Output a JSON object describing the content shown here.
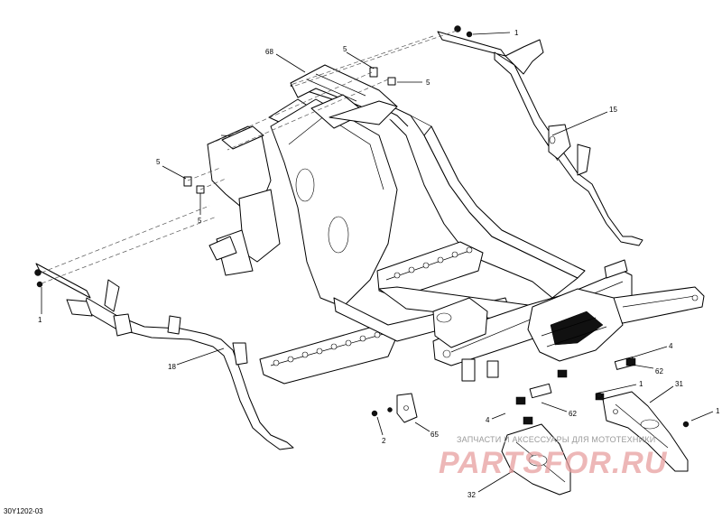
{
  "diagram": {
    "document_code": "30Y1202-03",
    "watermark": {
      "caption": "ЗАПЧАСТИ И АКСЕССУАРЫ ДЛЯ МОТОТЕХНИКИ",
      "logo_text": "PARTSFOR.RU"
    },
    "callouts": [
      {
        "id": "c1a",
        "label": "1"
      },
      {
        "id": "c1b",
        "label": "1"
      },
      {
        "id": "c1c",
        "label": "1"
      },
      {
        "id": "c1d",
        "label": "1"
      },
      {
        "id": "c2",
        "label": "2"
      },
      {
        "id": "c4a",
        "label": "4"
      },
      {
        "id": "c4b",
        "label": "4"
      },
      {
        "id": "c5a",
        "label": "5"
      },
      {
        "id": "c5b",
        "label": "5"
      },
      {
        "id": "c5c",
        "label": "5"
      },
      {
        "id": "c5d",
        "label": "5"
      },
      {
        "id": "c15",
        "label": "15"
      },
      {
        "id": "c18",
        "label": "18"
      },
      {
        "id": "c31",
        "label": "31"
      },
      {
        "id": "c32",
        "label": "32"
      },
      {
        "id": "c62a",
        "label": "62"
      },
      {
        "id": "c62b",
        "label": "62"
      },
      {
        "id": "c65",
        "label": "65"
      },
      {
        "id": "c68",
        "label": "68"
      }
    ]
  }
}
